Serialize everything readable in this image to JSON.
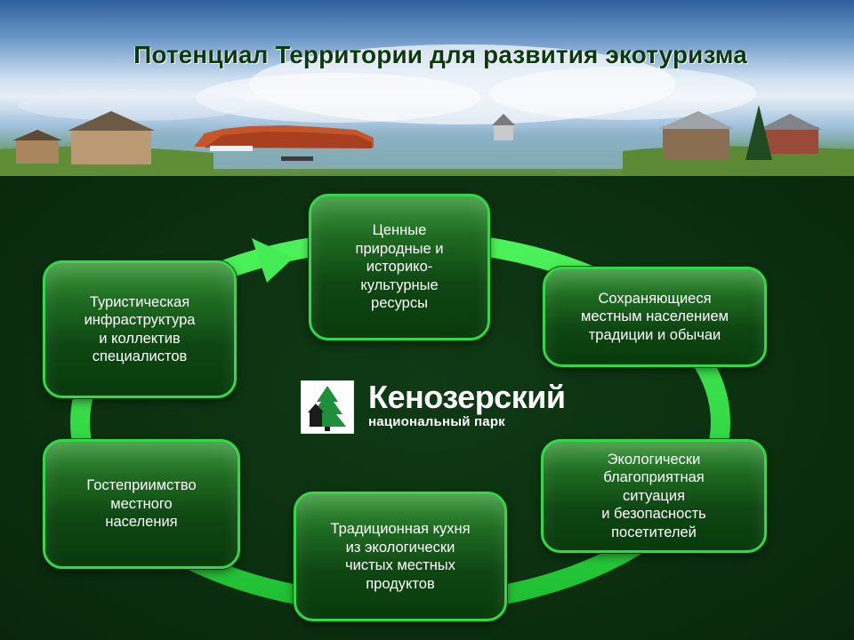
{
  "header": {
    "title": "Потенциал Территории для развития экотуризма"
  },
  "cycle": {
    "nodes": [
      {
        "id": "resources",
        "label": "Ценные\nприродные и\nисторико-\nкультурные\nресурсы"
      },
      {
        "id": "traditions",
        "label": "Сохраняющиеся\nместным населением\nтрадиции и обычаи"
      },
      {
        "id": "ecology",
        "label": "Экологически\nблагоприятная\nситуация\nи безопасность\nпосетителей"
      },
      {
        "id": "cuisine",
        "label": "Традиционная кухня\nиз экологически\nчистых местных\nпродуктов"
      },
      {
        "id": "hospitality",
        "label": "Гостеприимство\nместного\nнаселения"
      },
      {
        "id": "infrastructure",
        "label": "Туристическая\nинфраструктура\nи коллектив\nспециалистов"
      }
    ]
  },
  "logo": {
    "name": "Кенозерский",
    "subtitle": "национальный парк"
  },
  "colors": {
    "ring": "#39e14c",
    "box_border": "#35d74a",
    "background": "#0c3010",
    "title": "#0b3a12"
  }
}
